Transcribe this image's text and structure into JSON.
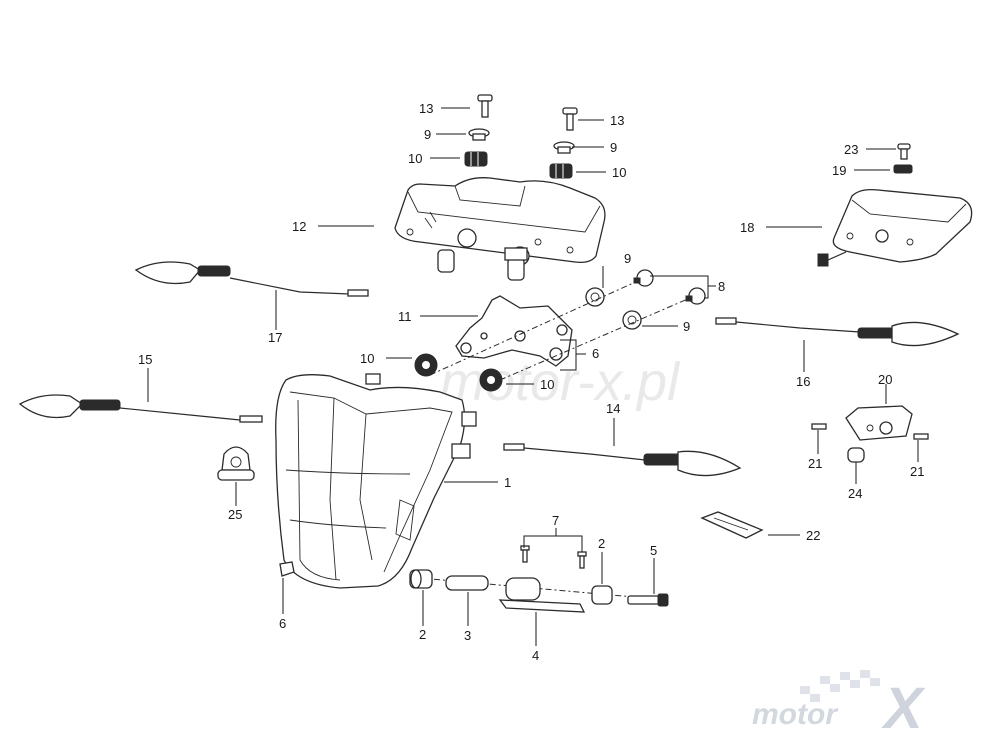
{
  "watermark": {
    "text": "motor-x.pl"
  },
  "logo": {
    "word": "motor",
    "mark": "X"
  },
  "callouts": [
    {
      "id": "c13a",
      "label": "13"
    },
    {
      "id": "c9a",
      "label": "9"
    },
    {
      "id": "c10a",
      "label": "10"
    },
    {
      "id": "c13b",
      "label": "13"
    },
    {
      "id": "c9b",
      "label": "9"
    },
    {
      "id": "c10b",
      "label": "10"
    },
    {
      "id": "c23",
      "label": "23"
    },
    {
      "id": "c19",
      "label": "19"
    },
    {
      "id": "c18",
      "label": "18"
    },
    {
      "id": "c12",
      "label": "12"
    },
    {
      "id": "c9c",
      "label": "9"
    },
    {
      "id": "c8",
      "label": "8"
    },
    {
      "id": "c17",
      "label": "17"
    },
    {
      "id": "c11",
      "label": "11"
    },
    {
      "id": "c9d",
      "label": "9"
    },
    {
      "id": "c15",
      "label": "15"
    },
    {
      "id": "c10c",
      "label": "10"
    },
    {
      "id": "c6a",
      "label": "6"
    },
    {
      "id": "c10d",
      "label": "10"
    },
    {
      "id": "c16",
      "label": "16"
    },
    {
      "id": "c20",
      "label": "20"
    },
    {
      "id": "c14",
      "label": "14"
    },
    {
      "id": "c21a",
      "label": "21"
    },
    {
      "id": "c21b",
      "label": "21"
    },
    {
      "id": "c24",
      "label": "24"
    },
    {
      "id": "c1",
      "label": "1"
    },
    {
      "id": "c25",
      "label": "25"
    },
    {
      "id": "c22",
      "label": "22"
    },
    {
      "id": "c7",
      "label": "7"
    },
    {
      "id": "c2a",
      "label": "2"
    },
    {
      "id": "c5",
      "label": "5"
    },
    {
      "id": "c6b",
      "label": "6"
    },
    {
      "id": "c2b",
      "label": "2"
    },
    {
      "id": "c3",
      "label": "3"
    },
    {
      "id": "c4",
      "label": "4"
    }
  ]
}
